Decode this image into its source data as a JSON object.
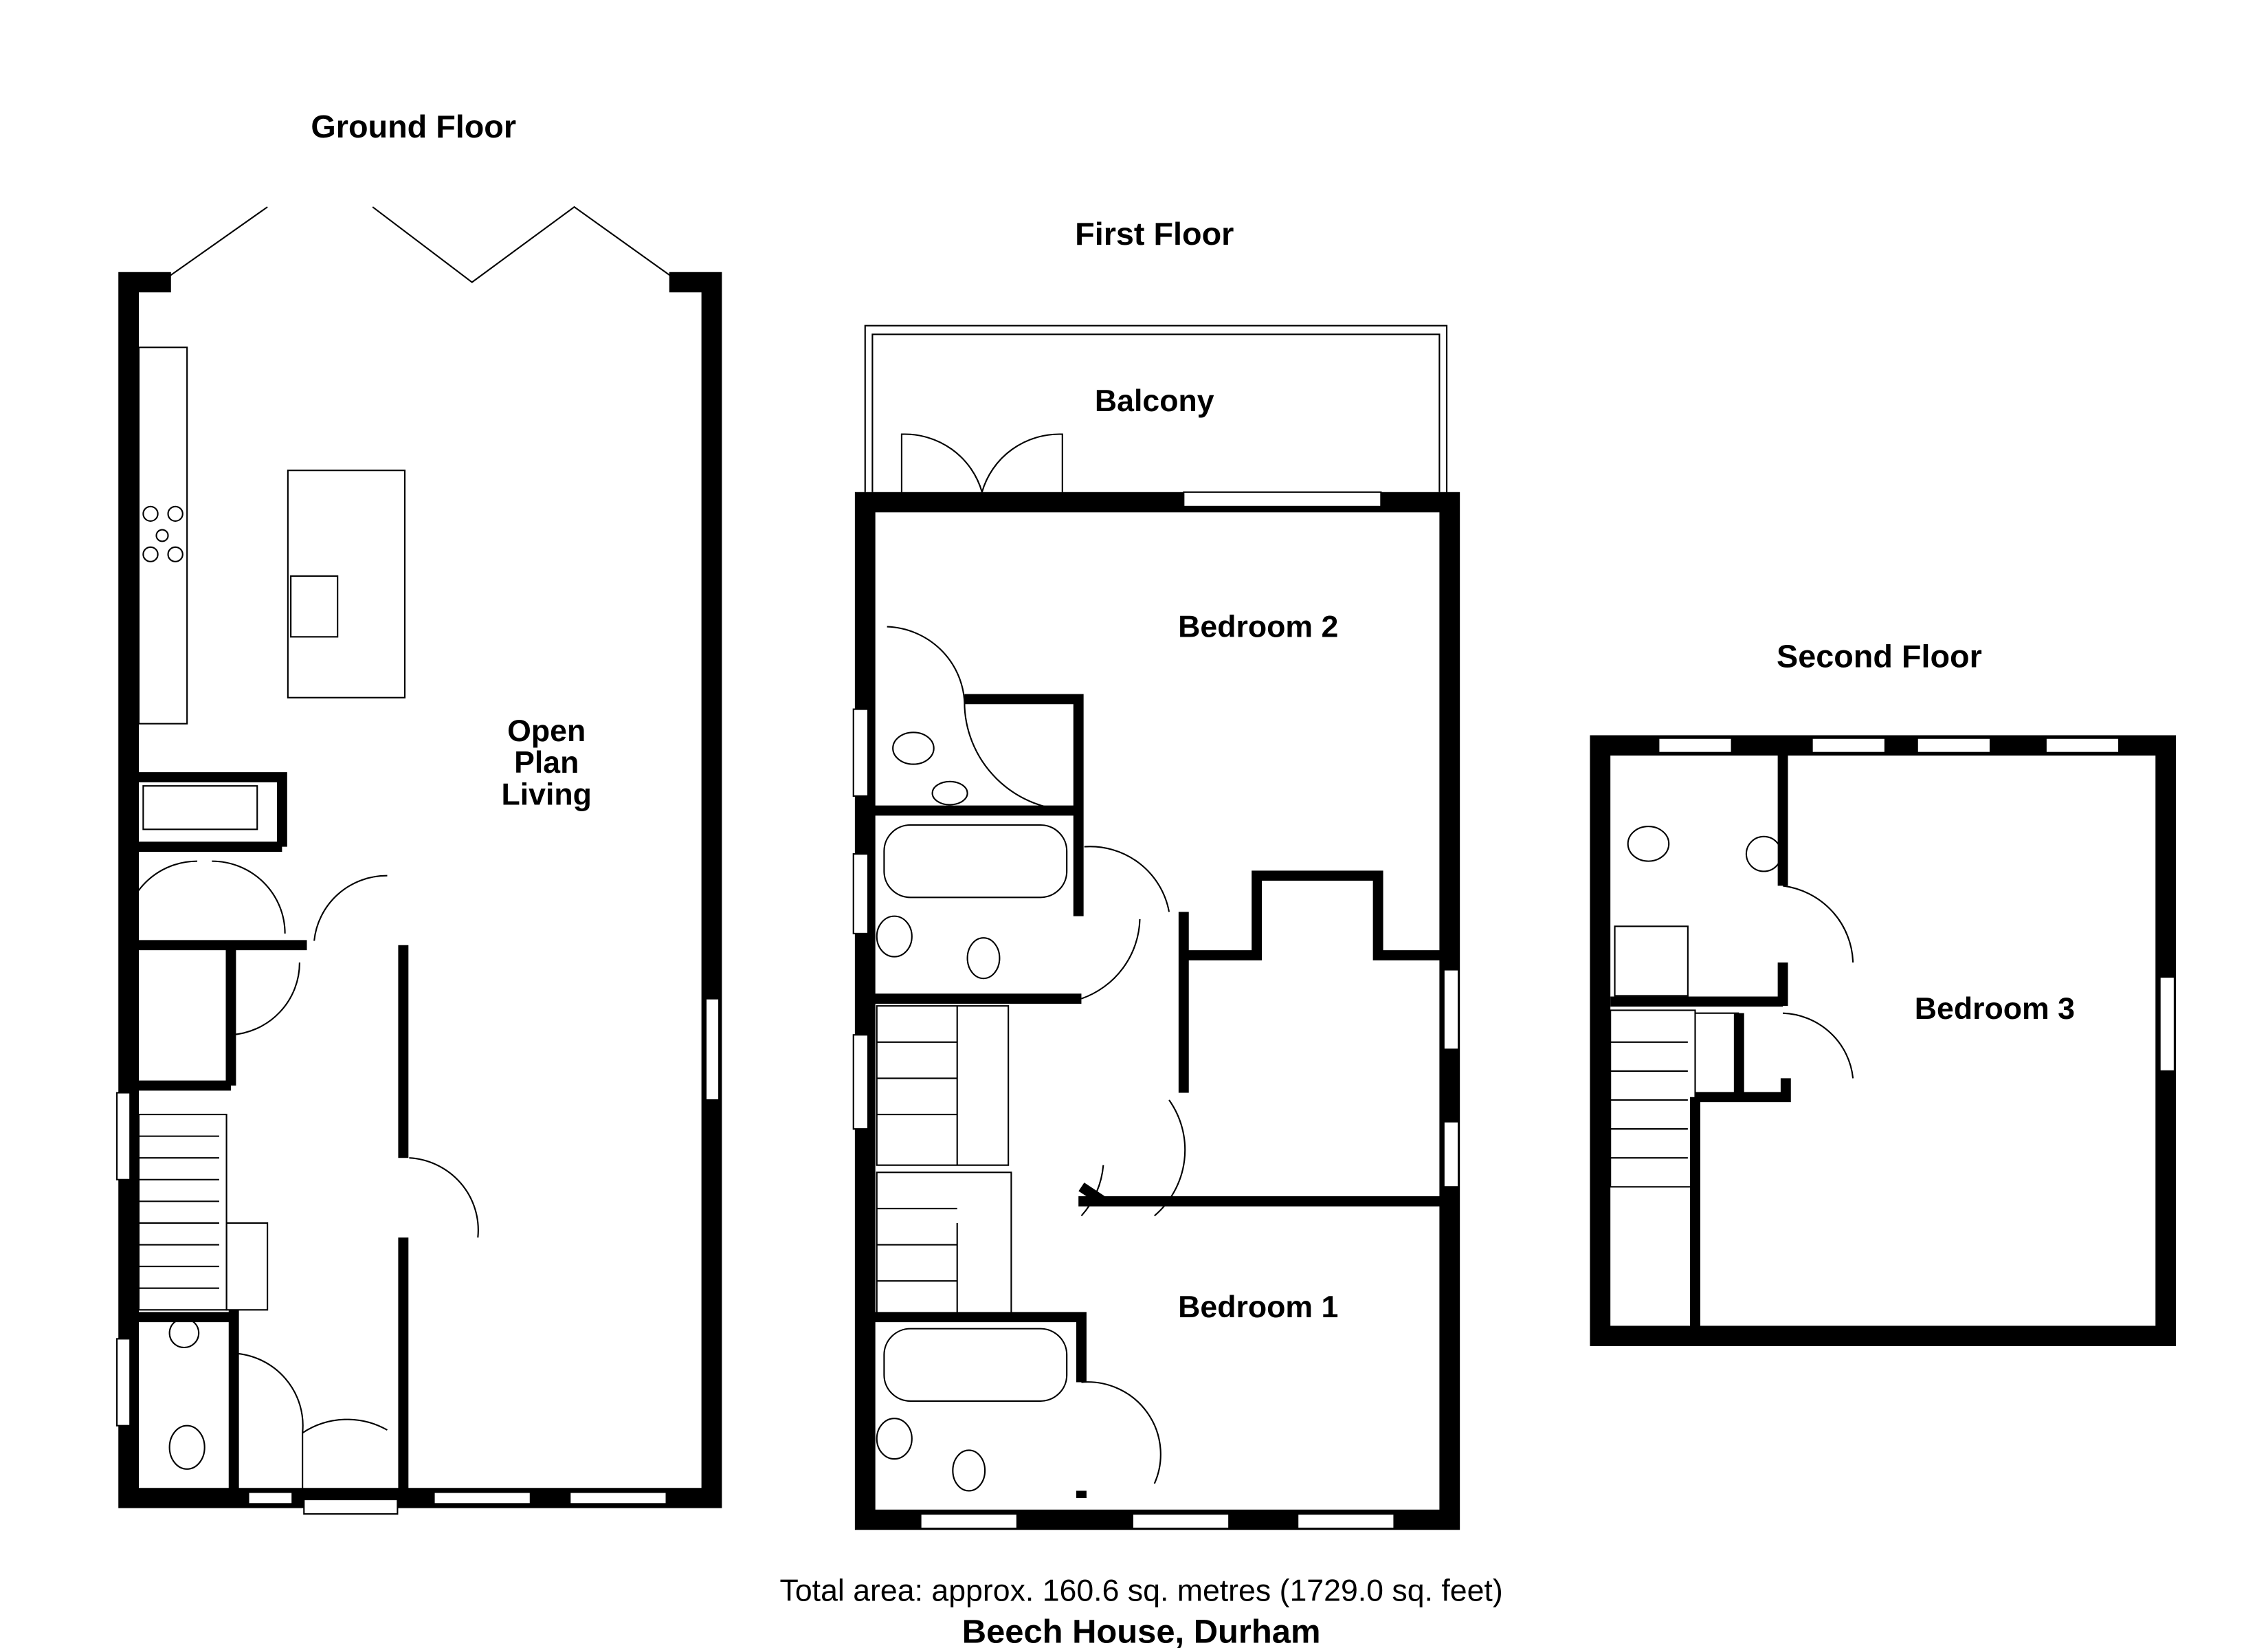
{
  "floors": {
    "ground": {
      "title": "Ground Floor",
      "rooms": [
        "Open",
        "Plan",
        "Living"
      ]
    },
    "first": {
      "title": "First Floor",
      "rooms": {
        "balcony": "Balcony",
        "bedroom2": "Bedroom 2",
        "bedroom1": "Bedroom 1"
      }
    },
    "second": {
      "title": "Second Floor",
      "rooms": {
        "bedroom3": "Bedroom 3"
      }
    }
  },
  "footer": {
    "area": "Total area: approx. 160.6 sq. metres (1729.0 sq. feet)",
    "property": "Beech House, Durham"
  }
}
